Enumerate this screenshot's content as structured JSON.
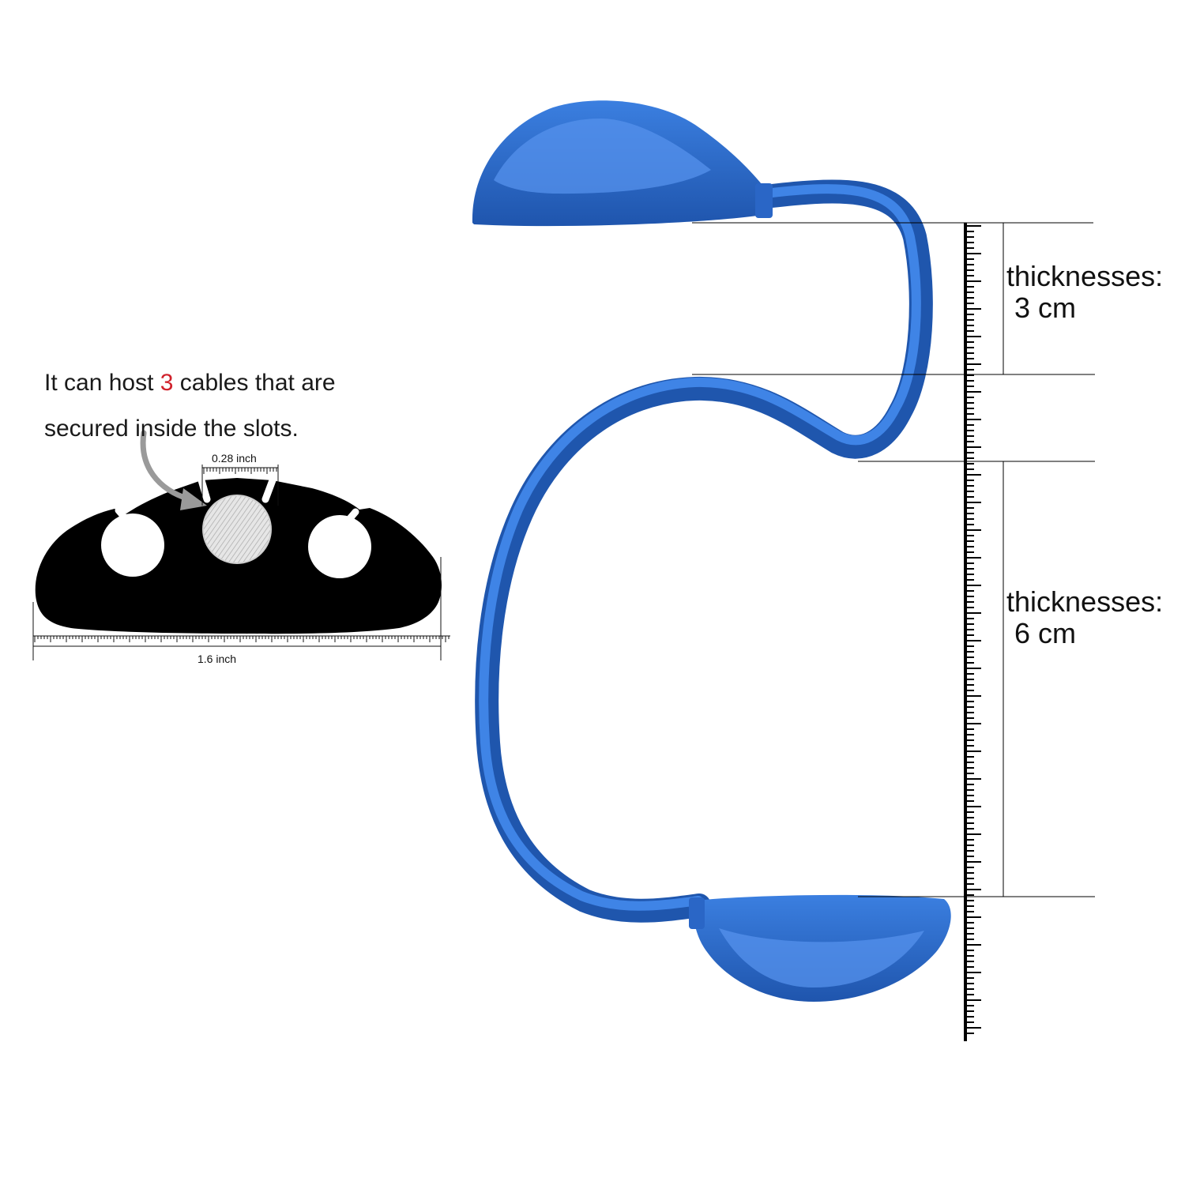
{
  "caption": {
    "line1_pre": "It can host ",
    "count": "3",
    "line1_post": " cables that are",
    "line2": "secured inside the slots."
  },
  "diagram": {
    "slot_width_label": "0.28 inch",
    "base_width_label": "1.6 inch",
    "icons": [
      "arrow-icon",
      "cable-icon"
    ]
  },
  "measurements": [
    {
      "label": "thicknesses:",
      "value": "3 cm"
    },
    {
      "label": "thicknesses:",
      "value": "6 cm"
    }
  ],
  "colors": {
    "accent": "#d0212b",
    "holder_blue": "#2f6fd0",
    "holder_dark": "#1f56ad",
    "silhouette": "#000000"
  }
}
